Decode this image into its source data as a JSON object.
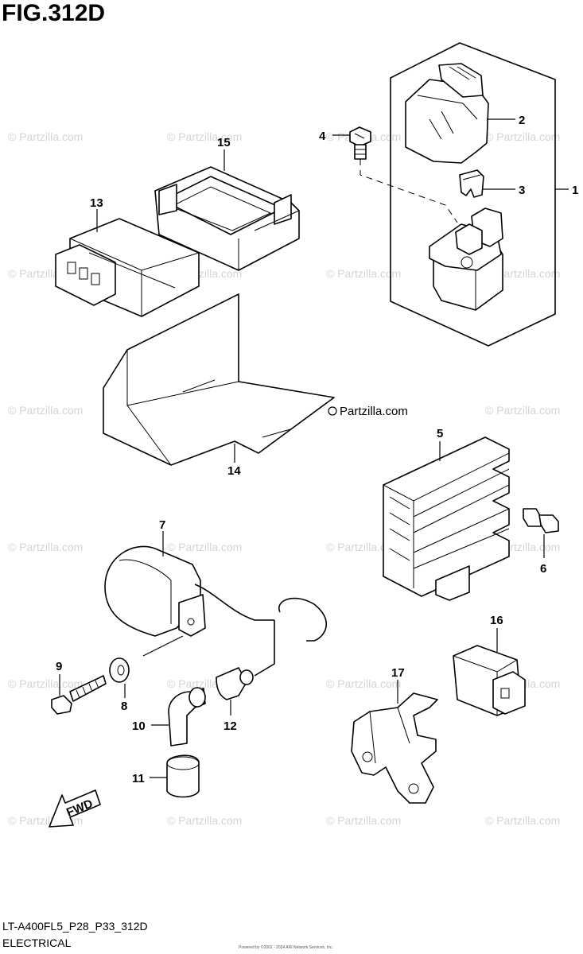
{
  "figure_title": "FIG.312D",
  "footer": {
    "model_code": "LT-A400FL5_P28_P33_312D",
    "section": "ELECTRICAL"
  },
  "watermark": {
    "repeated_text": "© Partzilla.com",
    "main_text": "Partzilla.com",
    "copyright_note": "Powered by ©2002 - 2024 ARI Network Services, Inc."
  },
  "direction_marker": "FWD",
  "callouts": [
    "1",
    "2",
    "3",
    "4",
    "5",
    "6",
    "7",
    "8",
    "9",
    "10",
    "11",
    "12",
    "13",
    "14",
    "15",
    "16",
    "17"
  ]
}
